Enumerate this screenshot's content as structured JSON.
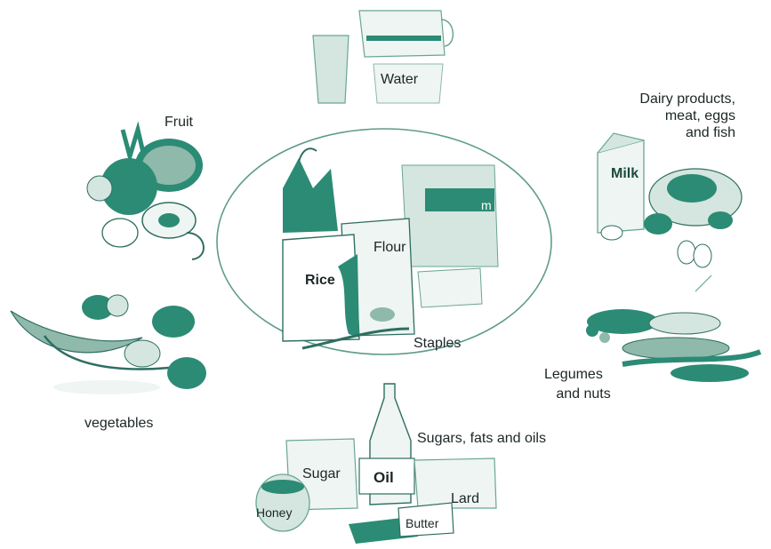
{
  "groups": {
    "water": "Water",
    "fruit": "Fruit",
    "dairy": "Dairy products,\nmeat, eggs\nand fish",
    "legumes": "Legumes\n   and nuts",
    "vegetables": "vegetables",
    "sugars": "Sugars, fats and oils",
    "staples": "Staples"
  },
  "items": {
    "milk": "Milk",
    "flour": "Flour",
    "rice": "Rice",
    "sugar": "Sugar",
    "oil": "Oil",
    "lard": "Lard",
    "honey": "Honey",
    "butter": "Butter",
    "box_label": "m"
  },
  "colors": {
    "accent": "#2c8b75",
    "light": "#d4e6df",
    "line": "#2f6e62"
  }
}
